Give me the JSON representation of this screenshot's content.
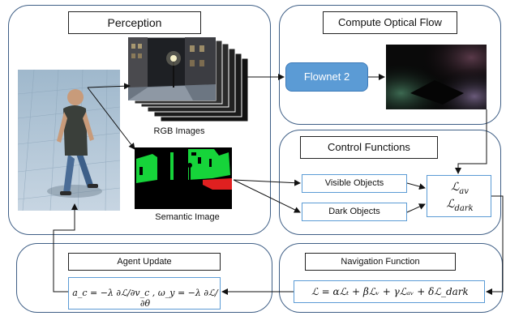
{
  "panels": {
    "perception": {
      "title": "Perception"
    },
    "optical_flow": {
      "title": "Compute Optical Flow"
    },
    "control_functions": {
      "title": "Control Functions"
    },
    "navigation": {
      "title": "Navigation Function"
    },
    "agent_update": {
      "title": "Agent Update"
    }
  },
  "labels": {
    "rgb_images": "RGB Images",
    "semantic_image": "Semantic Image",
    "flownet": "Flownet 2",
    "visible_objects": "Visible Objects",
    "dark_objects": "Dark Objects"
  },
  "formulas": {
    "l_av": "ℒ",
    "l_av_sub": "av",
    "l_dark": "ℒ",
    "l_dark_sub": "dark",
    "navigation": "ℒ = αℒₜ + βℒᵥ + γℒₐᵥ + δℒ_dark",
    "agent_update": "a_c = −λ ∂ℒ/∂v_c , ω_y = −λ ∂ℒ/∂θ"
  },
  "colors": {
    "panel_border": "#3f5f86",
    "accent_blue": "#5b9bd5",
    "semantic_green": "#16d43a",
    "semantic_red": "#e02020"
  }
}
